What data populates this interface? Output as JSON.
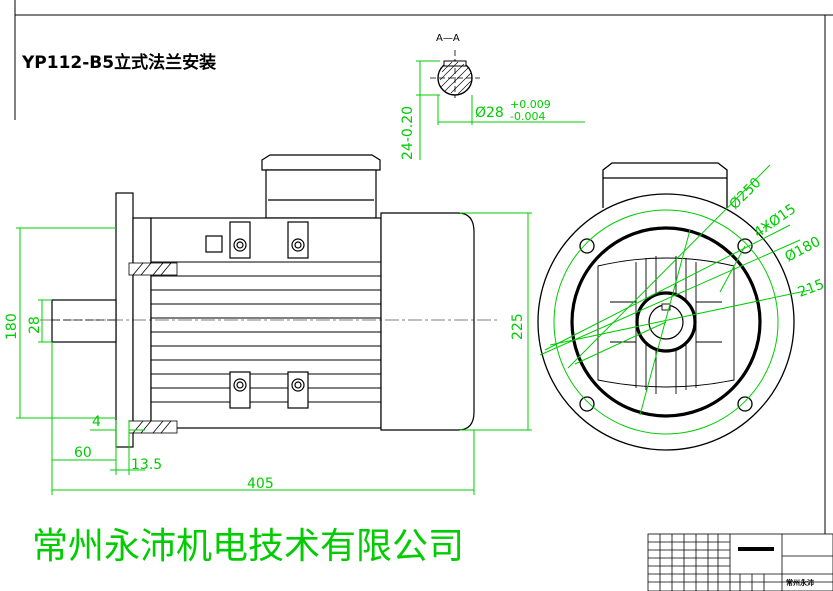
{
  "title": "YP112-B5立式法兰安装",
  "company": "常州永沛机电技术有限公司",
  "section_label": "A—A",
  "section_shaft_dim": {
    "dia": "Ø28",
    "tol_upper": "+0.009",
    "tol_lower": "-0.004",
    "key_depth": "24-0.20"
  },
  "side_view_dims": {
    "flange_height": "180",
    "shaft_dia": "28",
    "body_height": "225",
    "flange_thickness": "4",
    "shaft_length": "60",
    "flange_offset": "13.5",
    "total_length": "405"
  },
  "end_view_dims": {
    "d250": "Ø250",
    "holes": "4ӾØ15",
    "d180": "Ø180",
    "pcd": "215"
  },
  "title_block": {
    "company_small": "常州永沛"
  },
  "colors": {
    "outline": "#000000",
    "dimension": "#00cc00",
    "company": "#00cc00"
  }
}
